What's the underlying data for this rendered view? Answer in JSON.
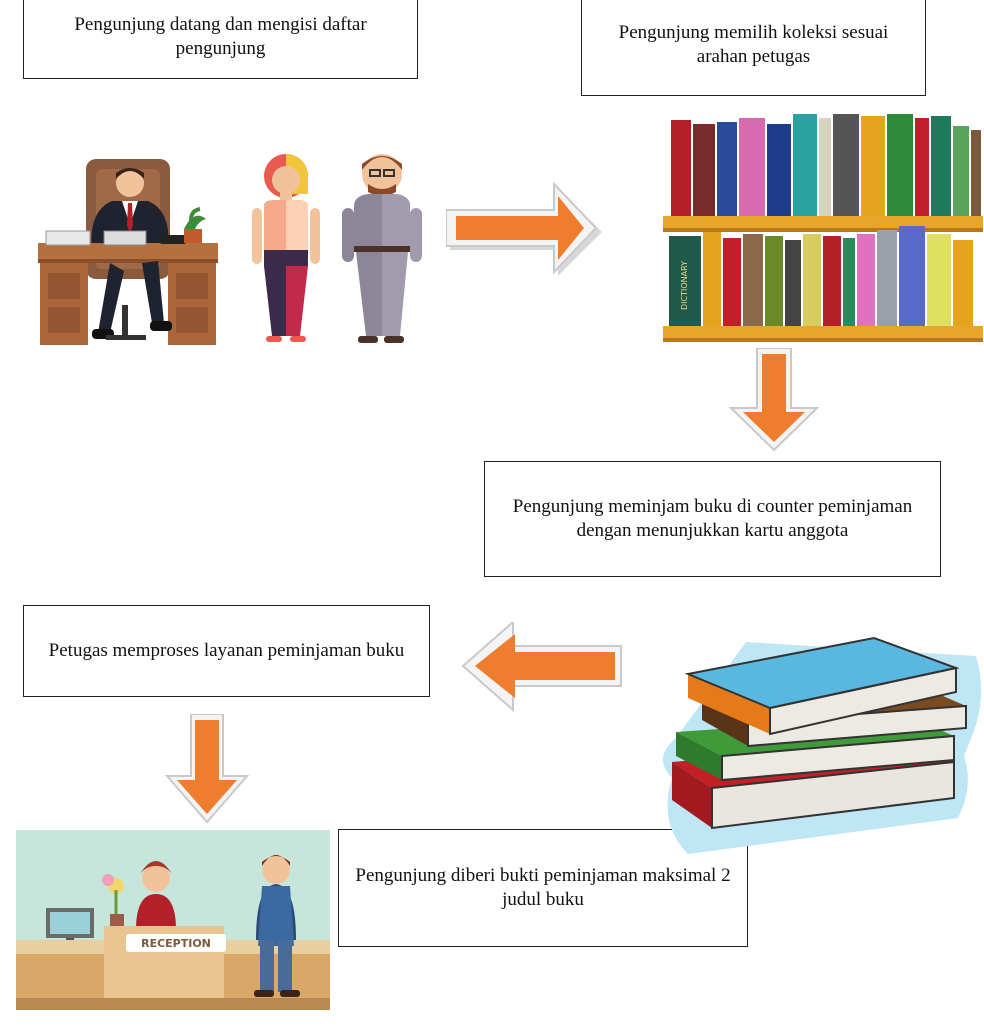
{
  "steps": {
    "step1": "Pengunjung datang dan mengisi daftar pengunjung",
    "step2": "Pengunjung memilih koleksi sesuai arahan petugas",
    "step3": "Pengunjung meminjam buku di counter peminjaman dengan menunjukkan kartu anggota",
    "step4": "Petugas memproses layanan peminjaman buku",
    "step5": "Pengunjung diberi bukti peminjaman maksimal 2 judul buku"
  },
  "illustration_text": {
    "reception_sign": "RECEPTION",
    "dictionary_spine": "DICTIONARY"
  },
  "colors": {
    "arrow_fill": "#ef7d2e",
    "shelf_wood": "#e9a52a",
    "reception_wall": "#c6e6dc"
  },
  "icons": [
    "office-desk-person-icon",
    "visitor-couple-icon",
    "bookshelf-icon",
    "book-stack-icon",
    "reception-counter-icon"
  ]
}
